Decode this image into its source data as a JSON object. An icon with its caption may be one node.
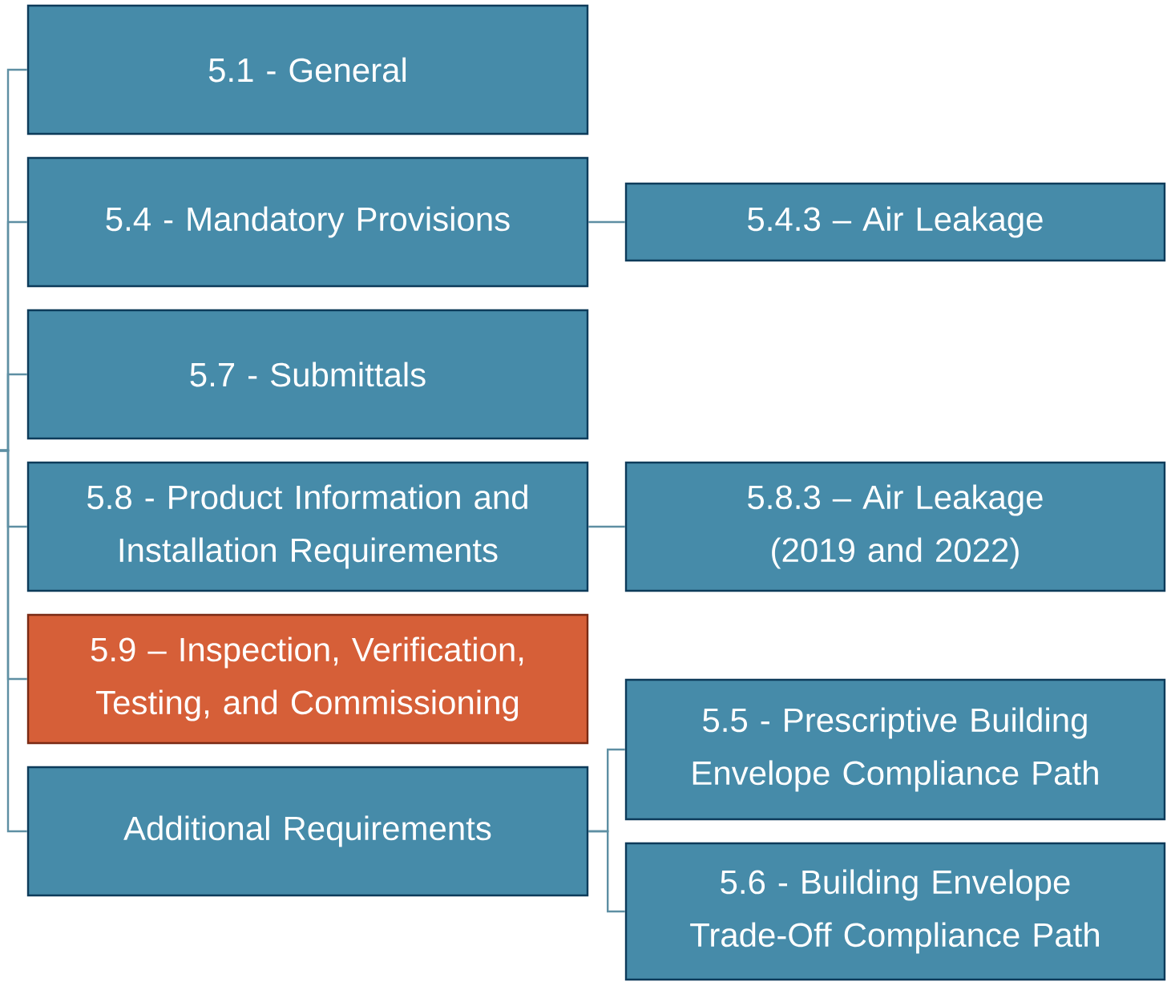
{
  "diagram": {
    "nodes": [
      {
        "text": [
          "5.1 - General"
        ]
      },
      {
        "text": [
          "5.4 - Mandatory Provisions"
        ]
      },
      {
        "text": [
          "5.4.3 – Air Leakage"
        ]
      },
      {
        "text": [
          "5.7 - Submittals"
        ]
      },
      {
        "text": [
          "5.8 - Product Information and Installation Requirements"
        ]
      },
      {
        "text": [
          "5.8.3 – Air Leakage (2019 and 2022)"
        ]
      },
      {
        "text": [
          "5.9 – Inspection, Verification, Testing, and Commissioning"
        ]
      },
      {
        "text": [
          "5.5 - Prescriptive Building Envelope Compliance Path"
        ]
      },
      {
        "text": [
          "Additional Requirements"
        ]
      },
      {
        "text": [
          "5.6 - Building Envelope Trade-Off Compliance Path"
        ]
      }
    ],
    "edges": [
      {
        "from": null,
        "to": 0,
        "arrow": "none"
      },
      {
        "from": null,
        "to": 1,
        "arrow": "none"
      },
      {
        "from": null,
        "to": 3,
        "arrow": "none"
      },
      {
        "from": null,
        "to": 4,
        "arrow": "none"
      },
      {
        "from": null,
        "to": 6,
        "arrow": "none"
      },
      {
        "from": null,
        "to": 8,
        "arrow": "none"
      },
      {
        "from": 1,
        "to": 2,
        "arrow": "none"
      },
      {
        "from": 4,
        "to": 5,
        "arrow": "none"
      },
      {
        "from": 8,
        "to": 7,
        "arrow": "none"
      },
      {
        "from": 8,
        "to": 9,
        "arrow": "none"
      }
    ]
  }
}
